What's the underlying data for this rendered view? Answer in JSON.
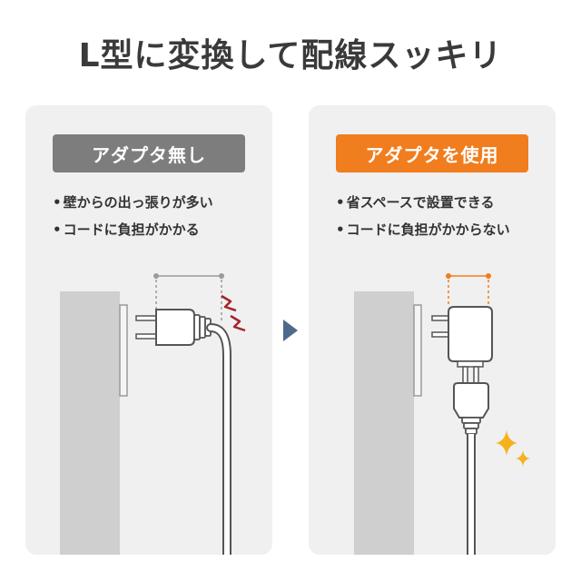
{
  "headline": "L型に変換して配線スッキリ",
  "left_panel": {
    "badge": "アダプタ無し",
    "bullets": [
      "壁からの出っ張りが多い",
      "コードに負担がかかる"
    ],
    "badge_color": "#7d7d7d"
  },
  "right_panel": {
    "badge": "アダプタを使用",
    "bullets": [
      "省スペースで設置できる",
      "コードに負担がかからない"
    ],
    "badge_color": "#f07d1e"
  },
  "colors": {
    "accent_orange": "#f07d1e",
    "stress_red": "#a3242a",
    "sparkle_yellow": "#f5b21e",
    "arrow_blue": "#4d6a8c",
    "wall_gray": "#cfcfcf"
  },
  "icons": [
    "stress-lightning-icon",
    "sparkle-icon",
    "right-arrow-icon"
  ]
}
